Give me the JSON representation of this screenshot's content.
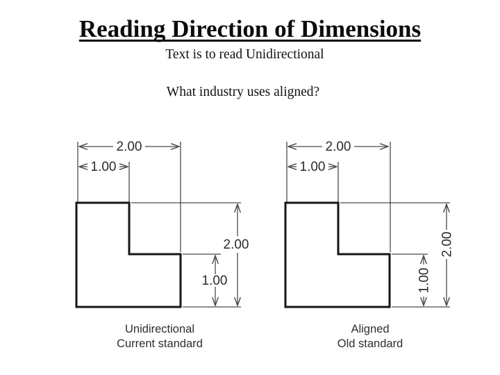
{
  "slide": {
    "title": "Reading Direction of Dimensions",
    "subtitle": "Text is to read Unidirectional",
    "question": "What industry uses aligned?"
  },
  "colors": {
    "thin_line": "#4a4a4a",
    "shape_outline": "#161616",
    "dimension_text": "#2b2b2b"
  },
  "diagrams": [
    {
      "id": "unidirectional",
      "caption_line1": "Unidirectional",
      "caption_line2": "Current standard",
      "dims": {
        "width_total": "2.00",
        "width_notch": "1.00",
        "height_total": "2.00",
        "height_step": "1.00"
      }
    },
    {
      "id": "aligned",
      "caption_line1": "Aligned",
      "caption_line2": "Old standard",
      "dims": {
        "width_total": "2.00",
        "width_notch": "1.00",
        "height_total": "2.00",
        "height_step": "1.00"
      }
    }
  ]
}
